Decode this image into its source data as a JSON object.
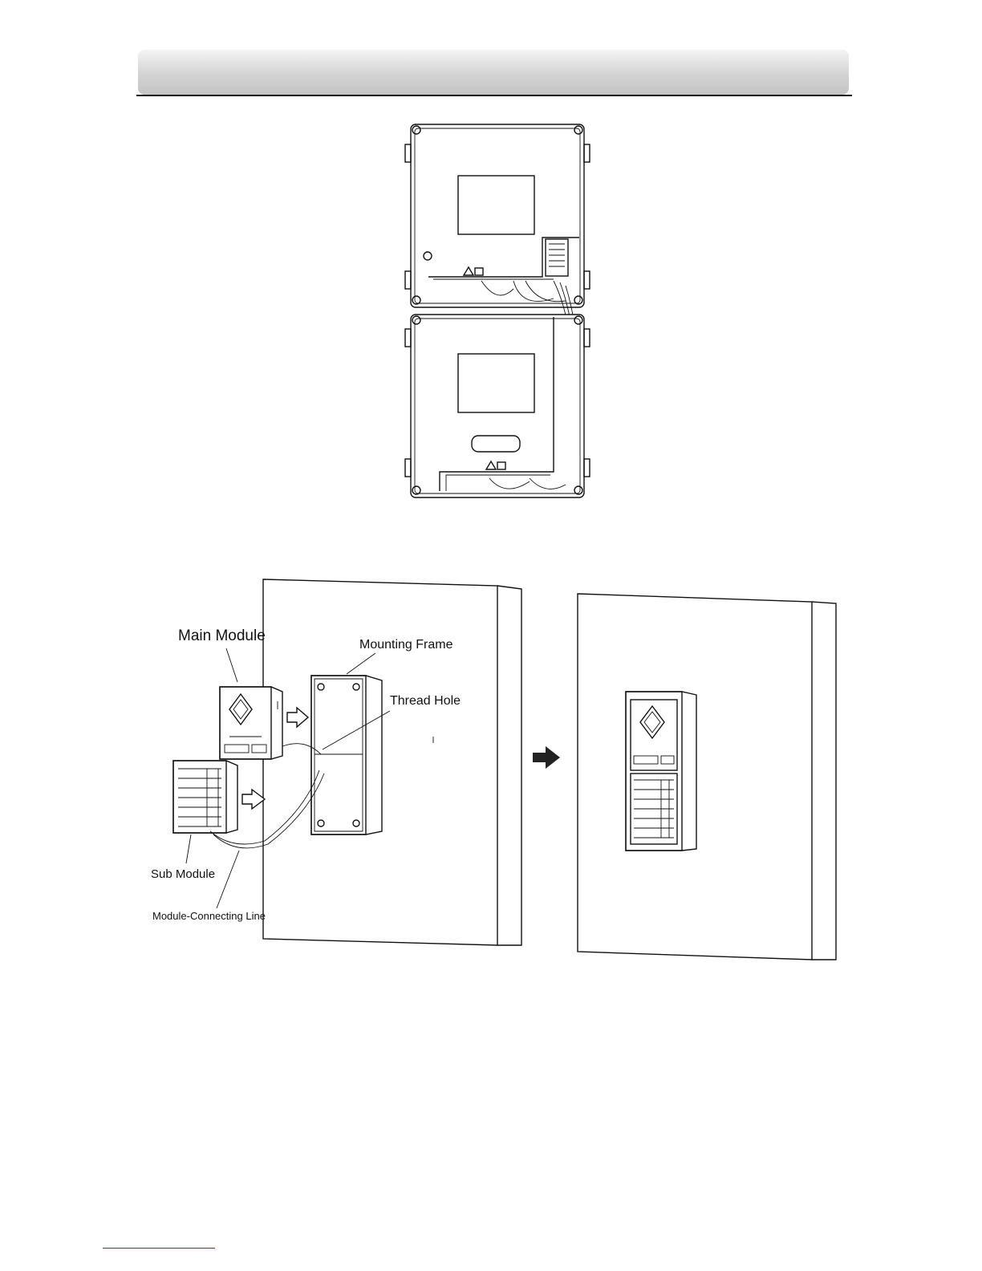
{
  "figure_bottom": {
    "labels": {
      "main_module": "Main Module",
      "mounting_frame": "Mounting Frame",
      "thread_hole": "Thread Hole",
      "sub_module": "Sub Module",
      "module_connecting_line": "Module-Connecting Line"
    }
  },
  "colors": {
    "line": "#111111",
    "header_gradient_top": "#f4f4f4",
    "header_gradient_bottom": "#c4c4c4",
    "footer_link": "#1f3fb0"
  }
}
